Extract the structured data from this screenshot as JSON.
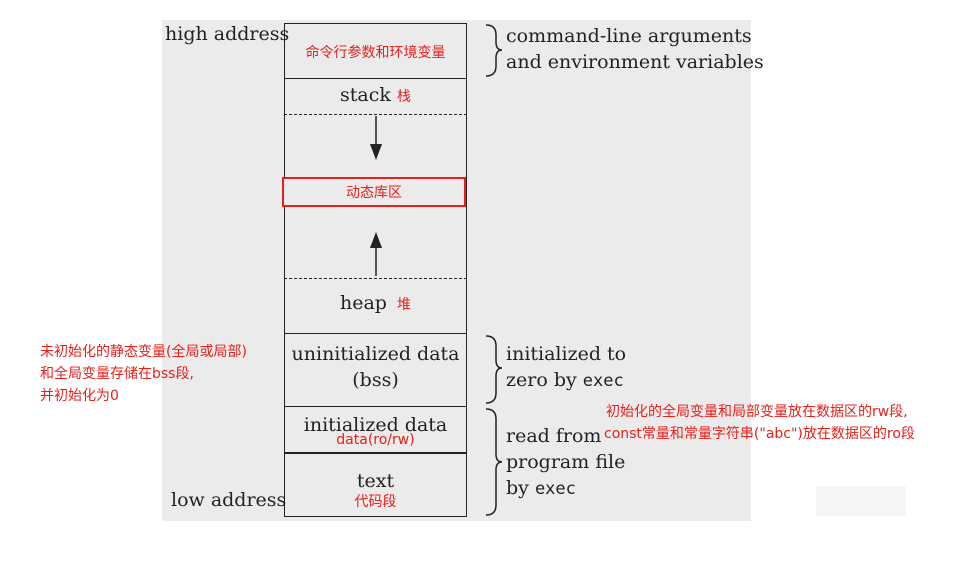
{
  "address_labels": {
    "high": "high address",
    "low": "low address"
  },
  "segments": {
    "args": "命令行参数和环境变量",
    "stack": "stack",
    "stack_cn": "栈",
    "dynamic_lib": "动态库区",
    "heap": "heap",
    "heap_cn": "堆",
    "bss_line1": "uninitialized data",
    "bss_line2": "(bss)",
    "data_line1": "initialized data",
    "data_cn": "data(ro/rw)",
    "text": "text",
    "text_cn": "代码段"
  },
  "right_notes": {
    "args_line1": "command-line arguments",
    "args_line2": "and environment variables",
    "bss_line1": "initialized to",
    "bss_line2_prefix": "zero by ",
    "bss_line2_code": "exec",
    "file_line1": "read from",
    "file_line2": "program file",
    "file_line3_prefix": "by ",
    "file_line3_code": "exec"
  },
  "annotations": {
    "left_line1": "未初始化的静态变量(全局或局部)",
    "left_line2": "和全局变量存储在bss段,",
    "left_line3": "并初始化为0",
    "right_line1": "初始化的全局变量和局部变量放在数据区的rw段,",
    "right_line2": "const常量和常量字符串(\"abc\")放在数据区的ro段"
  },
  "colors": {
    "annotation_red": "#e8201a",
    "panel_gray": "#ebebeb",
    "line_black": "#222222"
  }
}
